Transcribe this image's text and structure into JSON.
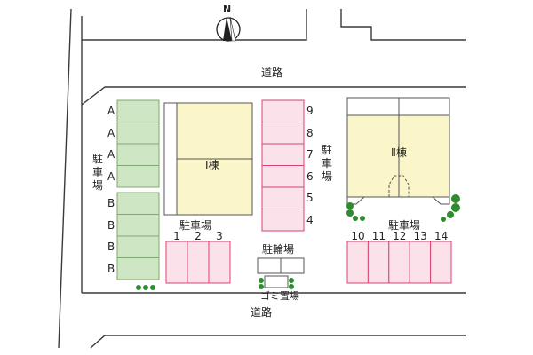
{
  "colors": {
    "road_line": "#3a3a3a",
    "parking_green_fill": "#cfe6c4",
    "parking_green_stroke": "#7fa872",
    "parking_pink_fill": "#fbe1e9",
    "parking_pink_stroke": "#d8436f",
    "building_fill": "#fbf6c9",
    "building_stroke": "#555555",
    "tree": "#2e8b2e"
  },
  "compass": {
    "letter": "N",
    "icon": "north-arrow-icon"
  },
  "roads": {
    "top_label": "道路",
    "bottom_label": "道路"
  },
  "building_1": {
    "label": "Ⅰ棟"
  },
  "building_2": {
    "label": "Ⅱ棟"
  },
  "parking_left": {
    "label": "駐車場",
    "slots": [
      "A",
      "A",
      "A",
      "A",
      "B",
      "B",
      "B",
      "B"
    ]
  },
  "parking_center": {
    "label": "駐車場",
    "slots": [
      "9",
      "8",
      "7",
      "6",
      "5",
      "4"
    ]
  },
  "parking_bottom_left": {
    "label": "駐車場",
    "slots": [
      "1",
      "2",
      "3"
    ]
  },
  "parking_bottom_right": {
    "label": "駐車場",
    "slots": [
      "10",
      "11",
      "12",
      "13",
      "14"
    ]
  },
  "bicycle_parking": {
    "label": "駐輪場"
  },
  "garbage": {
    "label": "ゴミ置場"
  }
}
